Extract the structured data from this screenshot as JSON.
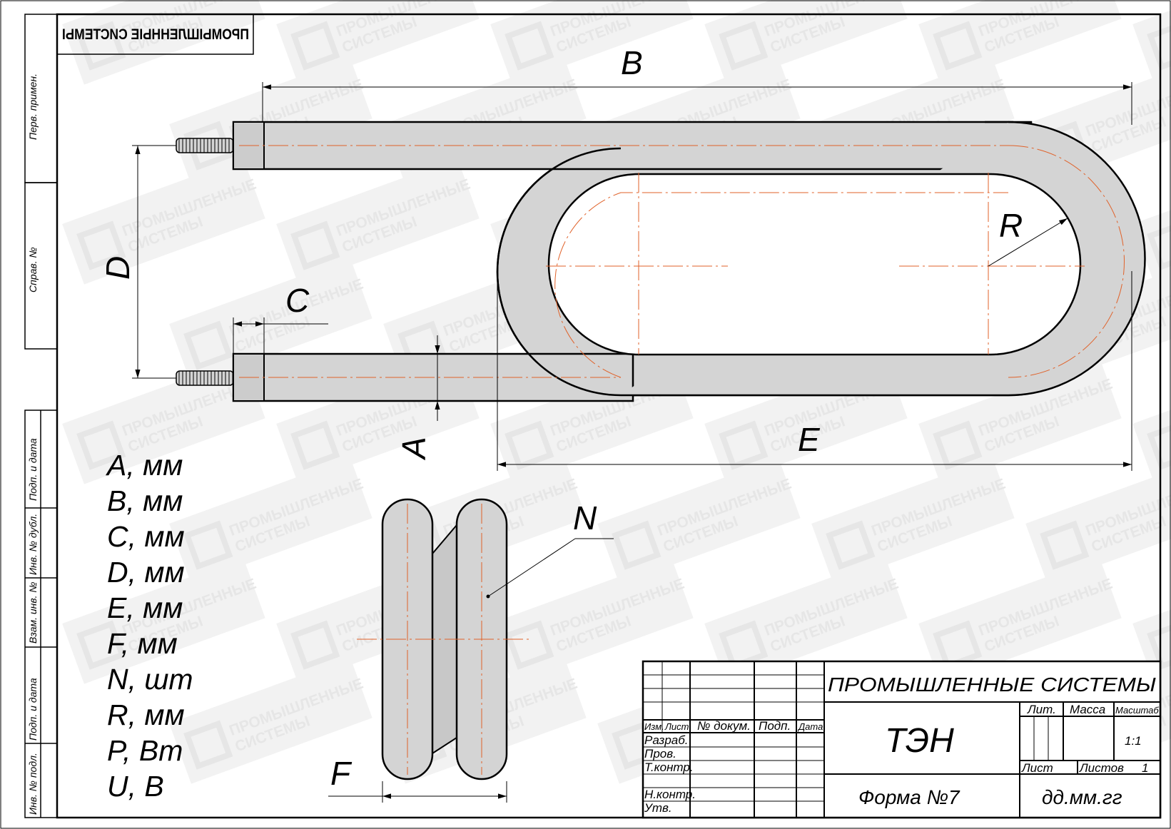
{
  "company": {
    "stamp_mirrored": "ПРОМЫШЛЕННЫЕ СИСТЕМЫ",
    "title_block_name": "ПРОМЫШЛЕННЫЕ СИСТЕМЫ",
    "watermark_line1": "ПРОМЫШЛЕННЫЕ",
    "watermark_line2": "СИСТЕМЫ"
  },
  "side_labels": {
    "perv_primen": "Перв. примен.",
    "sprav_no": "Справ. №",
    "podp_data_top": "Подп. и дата",
    "inv_dubl": "Инв. № дубл.",
    "vzam_inv": "Взам. инв. №",
    "podp_data_bottom": "Подп. и дата",
    "inv_podl": "Инв. № подл."
  },
  "dimensions": {
    "A": "A",
    "B": "B",
    "C": "C",
    "D": "D",
    "E": "E",
    "F": "F",
    "N": "N",
    "R": "R"
  },
  "parameters": [
    "A, мм",
    "B, мм",
    "C, мм",
    "D, мм",
    "E, мм",
    "F, мм",
    "N, шт",
    "R, мм",
    "P, Вт",
    "U, В"
  ],
  "title_block": {
    "col_izm": "Изм.",
    "col_list": "Лист",
    "col_dokum": "№ докум.",
    "col_podp": "Подп.",
    "col_data": "Дата",
    "row_razrab": "Разраб.",
    "row_prov": "Пров.",
    "row_tkontr": "Т.контр.",
    "row_nkontr": "Н.контр.",
    "row_utv": "Утв.",
    "product": "ТЭН",
    "form": "Форма №7",
    "lit_label": "Лит.",
    "mass_label": "Масса",
    "scale_label": "Масштаб",
    "scale_value": "1:1",
    "sheet_label": "Лист",
    "sheets_label": "Листов",
    "sheets_value": "1",
    "date_code": "дд.мм.гг"
  },
  "colors": {
    "tube_fill": "#d4d4d4",
    "axis_line": "#e0622a",
    "outline": "#000000",
    "watermark": "#e6e6e6"
  }
}
